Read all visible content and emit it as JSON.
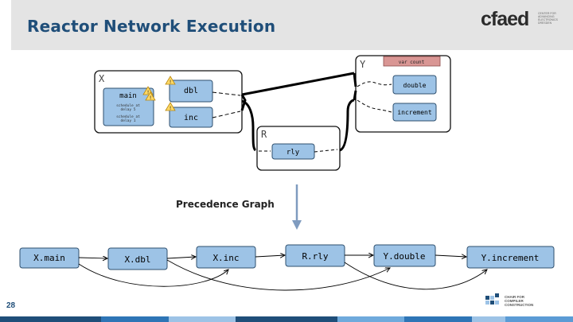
{
  "slide": {
    "title": "Reactor Network Execution",
    "page_number": "28"
  },
  "logo": {
    "text": "cfaed",
    "subtitle_lines": [
      "CENTER FOR",
      "ADVANCING",
      "ELECTRONICS",
      "DRESDEN"
    ]
  },
  "chair_logo": {
    "lines": [
      "CHAIR FOR",
      "COMPILER",
      "CONSTRUCTION"
    ]
  },
  "diagram": {
    "reactor_x": {
      "name": "X",
      "reactions": {
        "main": "main",
        "schedule_1": "schedule at delay 5",
        "schedule_1_lines": [
          "schedule at",
          "delay 5"
        ],
        "schedule_2_lines": [
          "schedule at",
          "delay 1"
        ],
        "dbl": "dbl",
        "inc": "inc"
      }
    },
    "reactor_y": {
      "name": "Y",
      "state": "var count",
      "reactions": {
        "double": "double",
        "increment": "increment"
      }
    },
    "reactor_r": {
      "name": "R",
      "reactions": {
        "rly": "rly"
      }
    },
    "precedence_label": "Precedence Graph",
    "precedence_nodes": [
      "X.main",
      "X.dbl",
      "X.inc",
      "R.rly",
      "Y.double",
      "Y.increment"
    ]
  },
  "colors": {
    "title": "#1f4e79",
    "node_fill": "#9dc3e6",
    "node_stroke": "#2e4f6e",
    "state_fill": "#d99694",
    "warning": "#ffd966",
    "arrow_down": "#7f9bbf"
  }
}
